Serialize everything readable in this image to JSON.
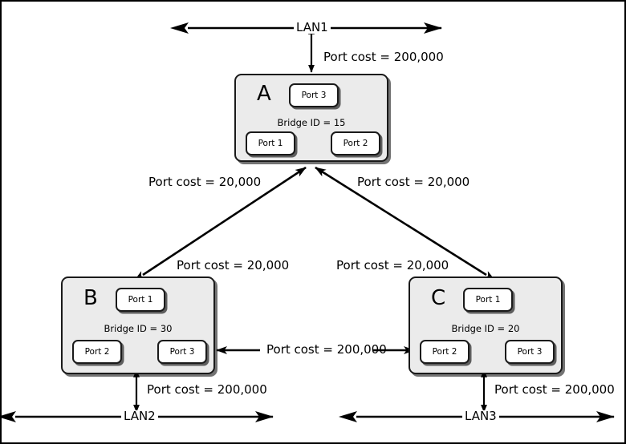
{
  "diagram": {
    "title": "Spanning Tree Protocol bridge and LAN topology",
    "colors": {
      "bridge_fill": "#ebebeb",
      "port_fill": "#ffffff",
      "stroke": "#1a1a1a",
      "background": "#ffffff"
    }
  },
  "lans": [
    {
      "id": "lan1",
      "label": "LAN1"
    },
    {
      "id": "lan2",
      "label": "LAN2"
    },
    {
      "id": "lan3",
      "label": "LAN3"
    }
  ],
  "bridges": [
    {
      "id": "bridge-a",
      "letter": "A",
      "bridge_id_text": "Bridge ID = 15",
      "ports": [
        {
          "id": "a-port-3",
          "label": "Port 3"
        },
        {
          "id": "a-port-1",
          "label": "Port 1"
        },
        {
          "id": "a-port-2",
          "label": "Port 2"
        }
      ]
    },
    {
      "id": "bridge-b",
      "letter": "B",
      "bridge_id_text": "Bridge ID = 30",
      "ports": [
        {
          "id": "b-port-1",
          "label": "Port 1"
        },
        {
          "id": "b-port-2",
          "label": "Port 2"
        },
        {
          "id": "b-port-3",
          "label": "Port 3"
        }
      ]
    },
    {
      "id": "bridge-c",
      "letter": "C",
      "bridge_id_text": "Bridge ID = 20",
      "ports": [
        {
          "id": "c-port-1",
          "label": "Port 1"
        },
        {
          "id": "c-port-2",
          "label": "Port 2"
        },
        {
          "id": "c-port-3",
          "label": "Port 3"
        }
      ]
    }
  ],
  "links": [
    {
      "id": "a-lan1",
      "cost_label": "Port cost = 200,000"
    },
    {
      "id": "a-b-upper",
      "cost_label": "Port cost = 20,000"
    },
    {
      "id": "a-c-upper",
      "cost_label": "Port cost = 20,000"
    },
    {
      "id": "a-b-lower",
      "cost_label": "Port cost = 20,000"
    },
    {
      "id": "a-c-lower",
      "cost_label": "Port cost = 20,000"
    },
    {
      "id": "b-c-middle",
      "cost_label": "Port cost = 200,000"
    },
    {
      "id": "b-lan2",
      "cost_label": "Port cost = 200,000"
    },
    {
      "id": "c-lan3",
      "cost_label": "Port cost = 200,000"
    }
  ]
}
